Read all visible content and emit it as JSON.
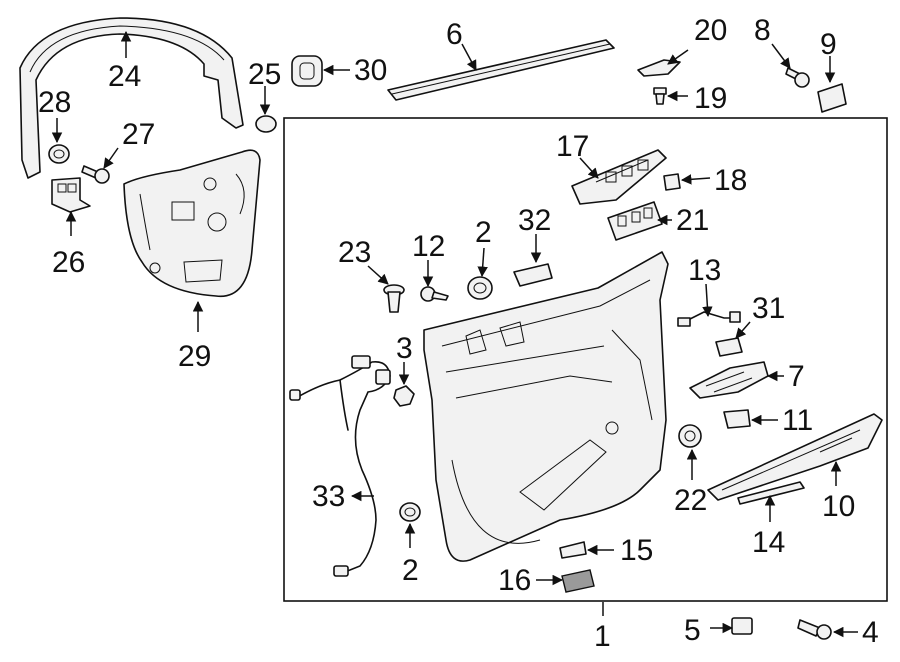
{
  "diagram": {
    "labels": {
      "l1": "1",
      "l2a": "2",
      "l2b": "2",
      "l3": "3",
      "l4": "4",
      "l5": "5",
      "l6": "6",
      "l7": "7",
      "l8": "8",
      "l9": "9",
      "l10": "10",
      "l11": "11",
      "l12": "12",
      "l13": "13",
      "l14": "14",
      "l15": "15",
      "l16": "16",
      "l17": "17",
      "l18": "18",
      "l19": "19",
      "l20": "20",
      "l21": "21",
      "l22": "22",
      "l23": "23",
      "l24": "24",
      "l25": "25",
      "l26": "26",
      "l27": "27",
      "l28": "28",
      "l29": "29",
      "l30": "30",
      "l31": "31",
      "l32": "32",
      "l33": "33"
    }
  }
}
